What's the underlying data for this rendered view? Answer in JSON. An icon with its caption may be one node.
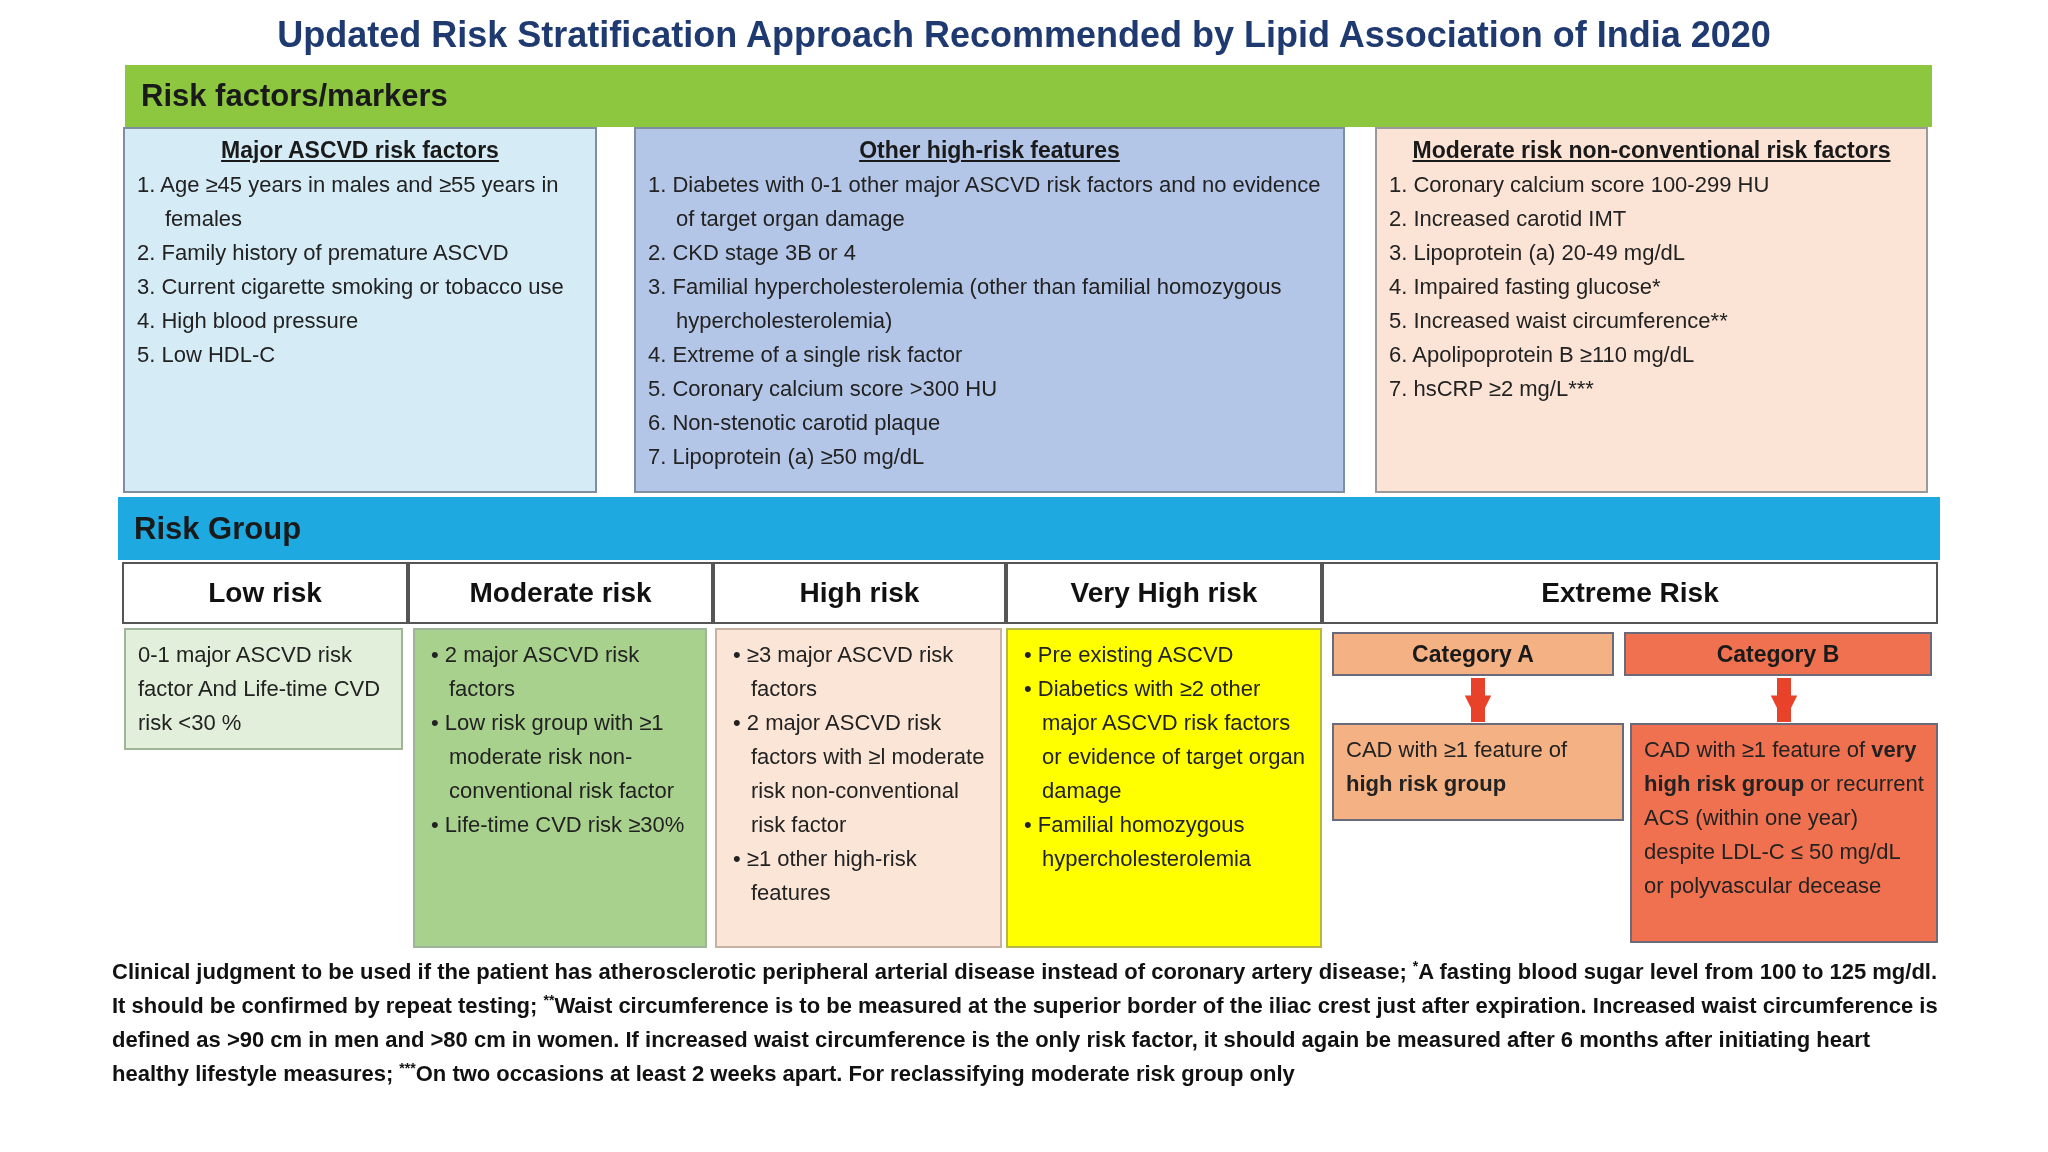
{
  "diagram": {
    "title": "Updated Risk Stratification Approach Recommended by Lipid Association of India 2020",
    "nodes": [
      {
        "text": [
          "Risk factors/markers"
        ]
      },
      {
        "text": [
          "Major ASCVD risk factors",
          "1. Age ≥45 years in males and ≥55 years in females",
          "2. Family history of premature ASCVD",
          "3. Current cigarette smoking or tobacco use",
          "4. High blood pressure",
          "5. Low HDL-C"
        ]
      },
      {
        "text": [
          "Other high-risk features",
          "1. Diabetes with 0-1 other major ASCVD risk factors and no evidence of target organ damage",
          "2. CKD stage 3B or 4",
          "3. Familial hypercholesterolemia (other than familial homozygous hypercholesterolemia)",
          "4. Extreme of a single risk factor",
          "5. Coronary calcium score >300 HU",
          "6. Non-stenotic carotid plaque",
          "7. Lipoprotein (a) ≥50 mg/dL"
        ]
      },
      {
        "text": [
          "Moderate risk non-conventional risk factors",
          "1. Coronary calcium score 100-299 HU",
          "2. Increased carotid IMT",
          "3. Lipoprotein (a) 20-49 mg/dL",
          "4. Impaired fasting glucose*",
          "5. Increased waist circumference**",
          "6. Apolipoprotein B ≥110 mg/dL",
          "7. hsCRP ≥2 mg/L***"
        ]
      },
      {
        "text": [
          "Risk Group"
        ]
      },
      {
        "text": [
          "Low risk"
        ]
      },
      {
        "text": [
          "Moderate risk"
        ]
      },
      {
        "text": [
          "High risk"
        ]
      },
      {
        "text": [
          "Very  High risk"
        ]
      },
      {
        "text": [
          "Extreme Risk"
        ]
      },
      {
        "text": [
          "0-1 major ASCVD risk factor And Life-time CVD risk <30 %"
        ]
      },
      {
        "text": [
          "• 2 major ASCVD risk factors",
          "• Low risk group with ≥1 moderate risk non- conventional risk factor",
          "• Life-time CVD risk ≥30%"
        ]
      },
      {
        "text": [
          "• ≥3 major ASCVD risk factors",
          "• 2 major ASCVD risk factors with ≥l moderate risk non-conventional risk factor",
          "• ≥1 other high-risk features"
        ]
      },
      {
        "text": [
          "• Pre existing ASCVD",
          "• Diabetics with ≥2 other major ASCVD risk factors or evidence of target organ damage",
          "• Familial homozygous hypercholesterolemia"
        ]
      },
      {
        "text": [
          "Category A"
        ]
      },
      {
        "text": [
          "Category B"
        ]
      },
      {
        "text": [
          "CAD  with  ≥1  feature of **high risk group**"
        ]
      },
      {
        "text": [
          "CAD with ≥1 feature of **very high risk group** or recurrent ACS (within one year) despite LDL-C ≤ 50 mg/dL or polyvascular decease"
        ]
      }
    ],
    "edges": [
      {
        "from": 14,
        "to": 16,
        "arrow": "to"
      },
      {
        "from": 15,
        "to": 17,
        "arrow": "to"
      }
    ],
    "labels": [
      "Clinical judgment to be used if the patient has atherosclerotic peripheral arterial disease instead of coronary artery disease; $^{*}$A fasting blood sugar level from 100 to 125 mg/dl. It should be confirmed by repeat testing; $^{**}$Waist circumference is to be measured at the superior border of the iliac crest just after expiration. Increased waist circumference is defined as >90 cm in men and >80 cm in women. If increased waist circumference is the only risk factor, it should again be measured after 6 months after initiating heart healthy lifestyle measures; $^{***}$On two occasions at least 2 weeks apart. For reclassifying moderate risk group only"
    ]
  }
}
